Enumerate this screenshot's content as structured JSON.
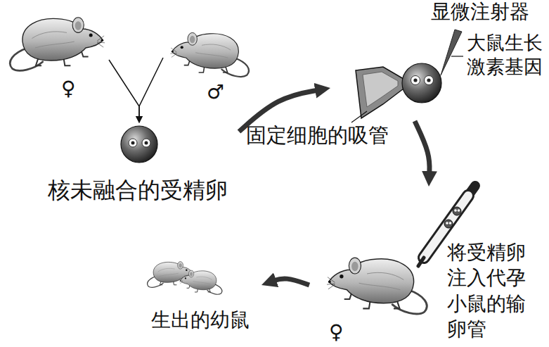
{
  "diagram": {
    "nodes": [
      {
        "text": [
          "♀"
        ]
      },
      {
        "text": [
          "♂"
        ]
      },
      {
        "text": [
          "核未融合的受精卵"
        ]
      },
      {
        "text": [
          "固定细胞的吸管"
        ]
      },
      {
        "text": [
          "将受精卵注入代孕小鼠的输卵管",
          "♀"
        ]
      },
      {
        "text": [
          "生出的幼鼠"
        ]
      }
    ],
    "edges": [
      {
        "from": 0,
        "to": 2,
        "arrow": "to"
      },
      {
        "from": 1,
        "to": 2,
        "arrow": "to"
      },
      {
        "from": 2,
        "to": 3,
        "arrow": "to"
      },
      {
        "from": 3,
        "to": 4,
        "arrow": "to"
      },
      {
        "from": 4,
        "to": 5,
        "arrow": "to"
      }
    ],
    "labels": [
      "显微注射器",
      "大鼠生长激素基因"
    ]
  }
}
